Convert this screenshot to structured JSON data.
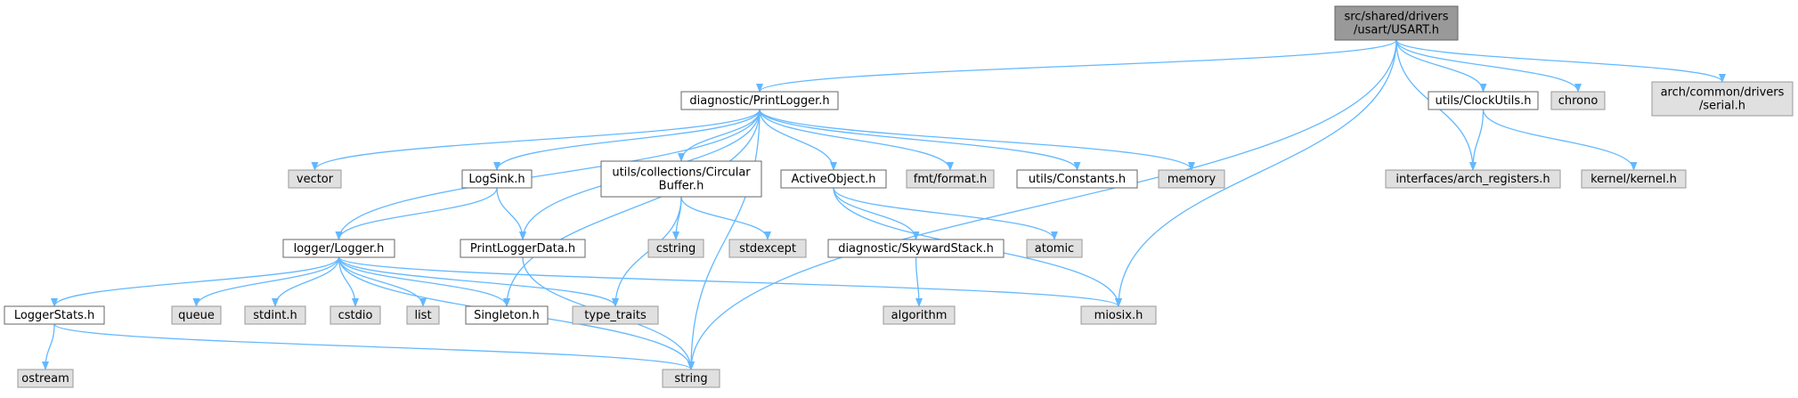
{
  "diagram": {
    "type": "include-dependency-graph",
    "colors": {
      "edge": "#63b8ff",
      "root_fill": "#999999",
      "doc_fill": "#ffffff",
      "system_fill": "#e0e0e0",
      "border": "#666666"
    },
    "nodes": [
      {
        "id": "usart",
        "kind": "root",
        "lines": [
          "src/shared/drivers",
          "/usart/USART.h"
        ]
      },
      {
        "id": "printlogger",
        "kind": "doc",
        "lines": [
          "diagnostic/PrintLogger.h"
        ]
      },
      {
        "id": "clockutils",
        "kind": "doc",
        "lines": [
          "utils/ClockUtils.h"
        ]
      },
      {
        "id": "chrono",
        "kind": "sys",
        "lines": [
          "chrono"
        ]
      },
      {
        "id": "serial",
        "kind": "sys",
        "lines": [
          "arch/common/drivers",
          "/serial.h"
        ]
      },
      {
        "id": "vector",
        "kind": "sys",
        "lines": [
          "vector"
        ]
      },
      {
        "id": "logsink",
        "kind": "doc",
        "lines": [
          "LogSink.h"
        ]
      },
      {
        "id": "circbuf",
        "kind": "doc",
        "lines": [
          "utils/collections/Circular",
          "Buffer.h"
        ]
      },
      {
        "id": "activeobject",
        "kind": "doc",
        "lines": [
          "ActiveObject.h"
        ]
      },
      {
        "id": "fmtformat",
        "kind": "sys",
        "lines": [
          "fmt/format.h"
        ]
      },
      {
        "id": "constants",
        "kind": "doc",
        "lines": [
          "utils/Constants.h"
        ]
      },
      {
        "id": "memory",
        "kind": "sys",
        "lines": [
          "memory"
        ]
      },
      {
        "id": "archregs",
        "kind": "sys",
        "lines": [
          "interfaces/arch_registers.h"
        ]
      },
      {
        "id": "kernel",
        "kind": "sys",
        "lines": [
          "kernel/kernel.h"
        ]
      },
      {
        "id": "logger",
        "kind": "doc",
        "lines": [
          "logger/Logger.h"
        ]
      },
      {
        "id": "printloggerdata",
        "kind": "doc",
        "lines": [
          "PrintLoggerData.h"
        ]
      },
      {
        "id": "cstring",
        "kind": "sys",
        "lines": [
          "cstring"
        ]
      },
      {
        "id": "stdexcept",
        "kind": "sys",
        "lines": [
          "stdexcept"
        ]
      },
      {
        "id": "skyward",
        "kind": "doc",
        "lines": [
          "diagnostic/SkywardStack.h"
        ]
      },
      {
        "id": "atomic",
        "kind": "sys",
        "lines": [
          "atomic"
        ]
      },
      {
        "id": "loggerstats",
        "kind": "doc",
        "lines": [
          "LoggerStats.h"
        ]
      },
      {
        "id": "queue",
        "kind": "sys",
        "lines": [
          "queue"
        ]
      },
      {
        "id": "stdint",
        "kind": "sys",
        "lines": [
          "stdint.h"
        ]
      },
      {
        "id": "cstdio",
        "kind": "sys",
        "lines": [
          "cstdio"
        ]
      },
      {
        "id": "list",
        "kind": "sys",
        "lines": [
          "list"
        ]
      },
      {
        "id": "singleton",
        "kind": "doc",
        "lines": [
          "Singleton.h"
        ]
      },
      {
        "id": "typetraits",
        "kind": "sys",
        "lines": [
          "type_traits"
        ]
      },
      {
        "id": "algorithm",
        "kind": "sys",
        "lines": [
          "algorithm"
        ]
      },
      {
        "id": "miosix",
        "kind": "sys",
        "lines": [
          "miosix.h"
        ]
      },
      {
        "id": "ostream",
        "kind": "sys",
        "lines": [
          "ostream"
        ]
      },
      {
        "id": "string",
        "kind": "sys",
        "lines": [
          "string"
        ]
      }
    ],
    "edges": [
      [
        "usart",
        "printlogger"
      ],
      [
        "usart",
        "miosix"
      ],
      [
        "usart",
        "string"
      ],
      [
        "usart",
        "archregs"
      ],
      [
        "usart",
        "clockutils"
      ],
      [
        "usart",
        "chrono"
      ],
      [
        "usart",
        "serial"
      ],
      [
        "printlogger",
        "vector"
      ],
      [
        "printlogger",
        "logger"
      ],
      [
        "printlogger",
        "singleton"
      ],
      [
        "printlogger",
        "logsink"
      ],
      [
        "printlogger",
        "printloggerdata"
      ],
      [
        "printlogger",
        "circbuf"
      ],
      [
        "printlogger",
        "activeobject"
      ],
      [
        "printlogger",
        "fmtformat"
      ],
      [
        "printlogger",
        "constants"
      ],
      [
        "printlogger",
        "memory"
      ],
      [
        "printlogger",
        "string"
      ],
      [
        "clockutils",
        "archregs"
      ],
      [
        "clockutils",
        "kernel"
      ],
      [
        "logsink",
        "logger"
      ],
      [
        "logsink",
        "printloggerdata"
      ],
      [
        "circbuf",
        "typetraits"
      ],
      [
        "circbuf",
        "cstring"
      ],
      [
        "circbuf",
        "stdexcept"
      ],
      [
        "activeobject",
        "skyward"
      ],
      [
        "activeobject",
        "atomic"
      ],
      [
        "activeobject",
        "miosix"
      ],
      [
        "logger",
        "loggerstats"
      ],
      [
        "logger",
        "string"
      ],
      [
        "logger",
        "queue"
      ],
      [
        "logger",
        "stdint"
      ],
      [
        "logger",
        "cstdio"
      ],
      [
        "logger",
        "list"
      ],
      [
        "logger",
        "singleton"
      ],
      [
        "logger",
        "typetraits"
      ],
      [
        "logger",
        "miosix"
      ],
      [
        "printloggerdata",
        "string"
      ],
      [
        "skyward",
        "algorithm"
      ],
      [
        "loggerstats",
        "ostream"
      ],
      [
        "loggerstats",
        "string"
      ]
    ]
  }
}
